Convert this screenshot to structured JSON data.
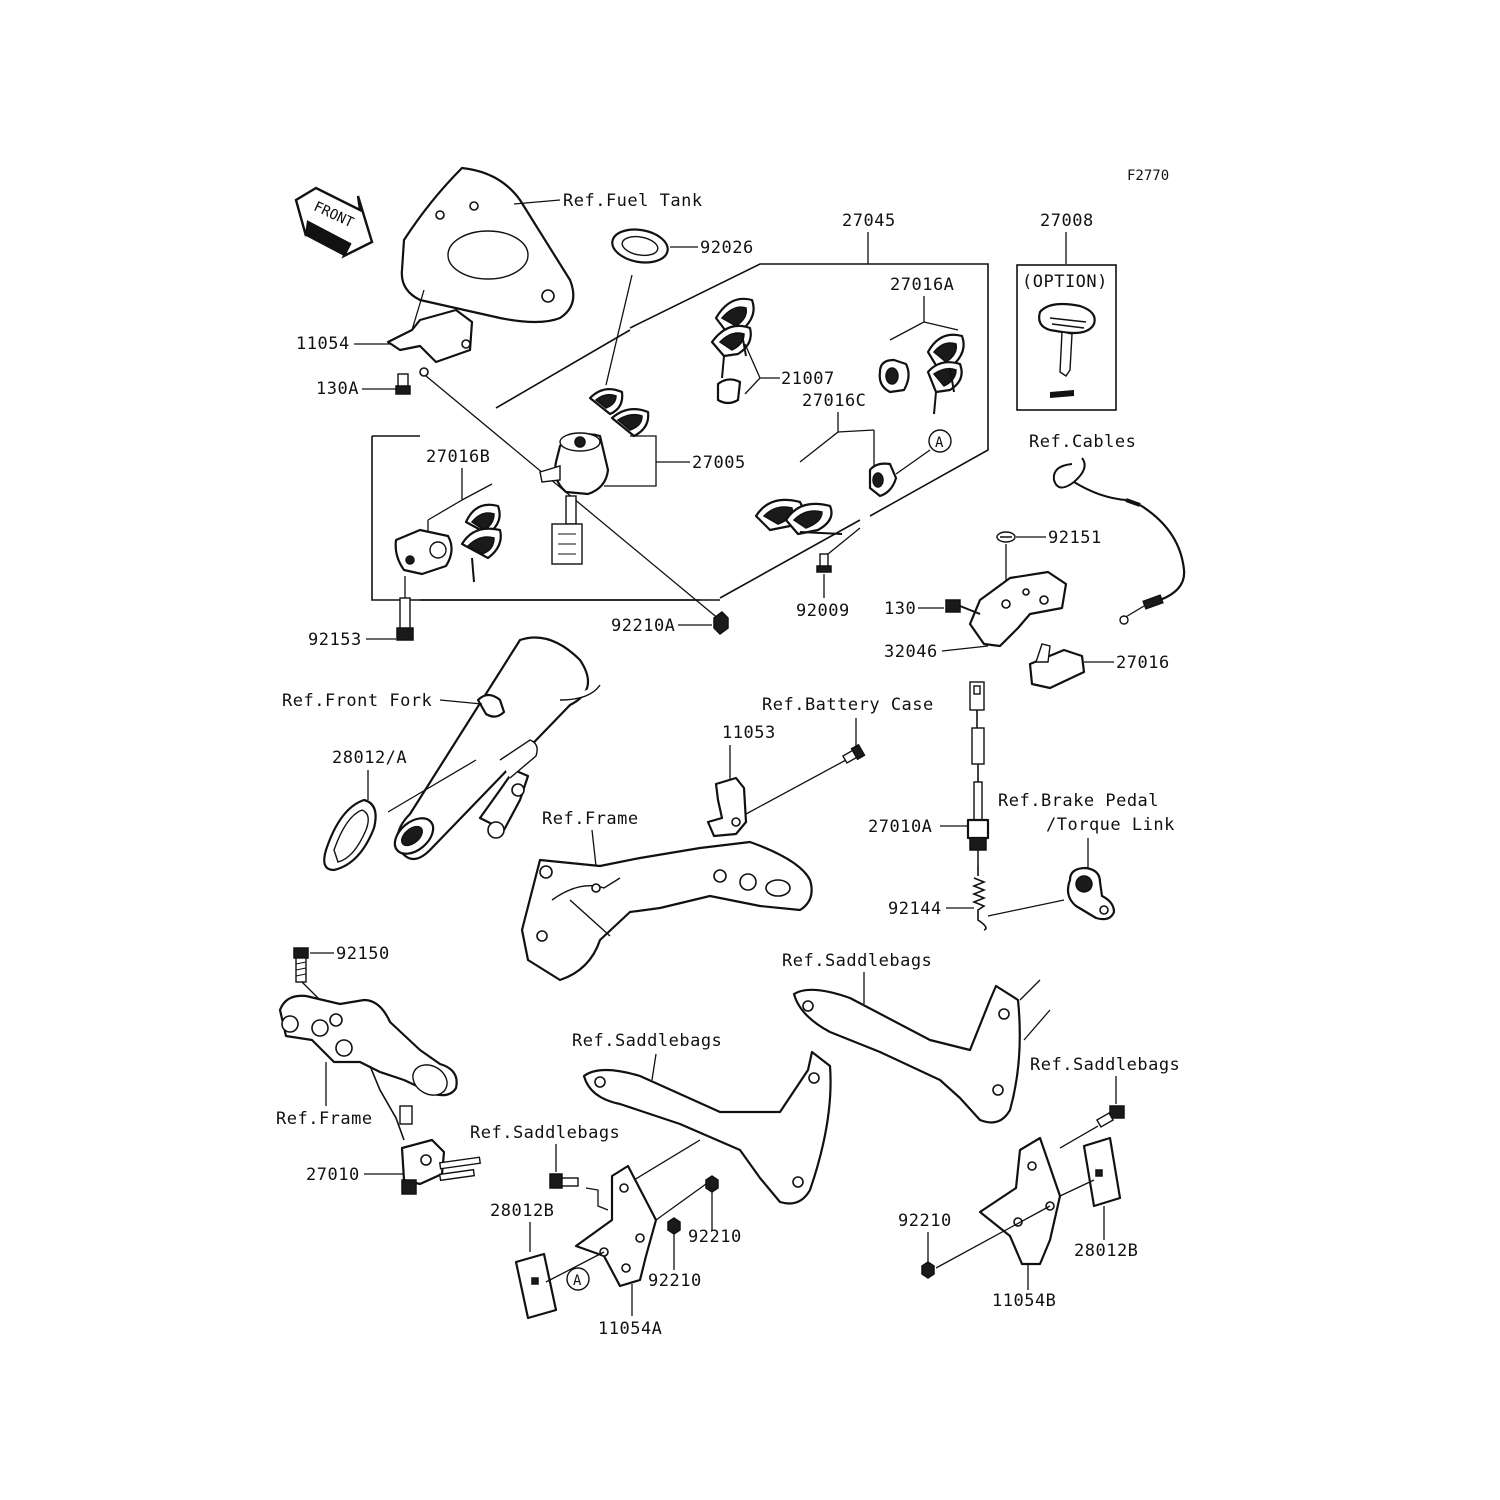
{
  "diagram": {
    "figure_code": "F2770",
    "front_arrow": "FRONT",
    "option_note": "(OPTION)",
    "circle_marker": "A",
    "labels": {
      "ref_fuel_tank": "Ref.Fuel Tank",
      "p27045": "27045",
      "p27008": "27008",
      "p92026": "92026",
      "p27016A": "27016A",
      "p11054": "11054",
      "p21007": "21007",
      "p130A": "130A",
      "p27016C": "27016C",
      "p27005": "27005",
      "p27016B": "27016B",
      "ref_cables": "Ref.Cables",
      "p92151": "92151",
      "p92009": "92009",
      "p130": "130",
      "p92153": "92153",
      "p92210A": "92210A",
      "p32046": "32046",
      "p27016": "27016",
      "ref_front_fork": "Ref.Front Fork",
      "ref_battery_case": "Ref.Battery Case",
      "p11053": "11053",
      "p28012A": "28012/A",
      "ref_brake_pedal_1": "Ref.Brake Pedal",
      "ref_brake_pedal_2": "/Torque Link",
      "ref_frame_1": "Ref.Frame",
      "p27010A": "27010A",
      "p92144": "92144",
      "p92150": "92150",
      "ref_saddlebags_1": "Ref.Saddlebags",
      "ref_saddlebags_2": "Ref.Saddlebags",
      "ref_saddlebags_3": "Ref.Saddlebags",
      "ref_saddlebags_4": "Ref.Saddlebags",
      "ref_frame_2": "Ref.Frame",
      "p27010": "27010",
      "p28012B_left": "28012B",
      "p92210_a": "92210",
      "p92210_b": "92210",
      "p92210_c": "92210",
      "p11054A": "11054A",
      "p11054B": "11054B",
      "p28012B_right": "28012B"
    }
  }
}
